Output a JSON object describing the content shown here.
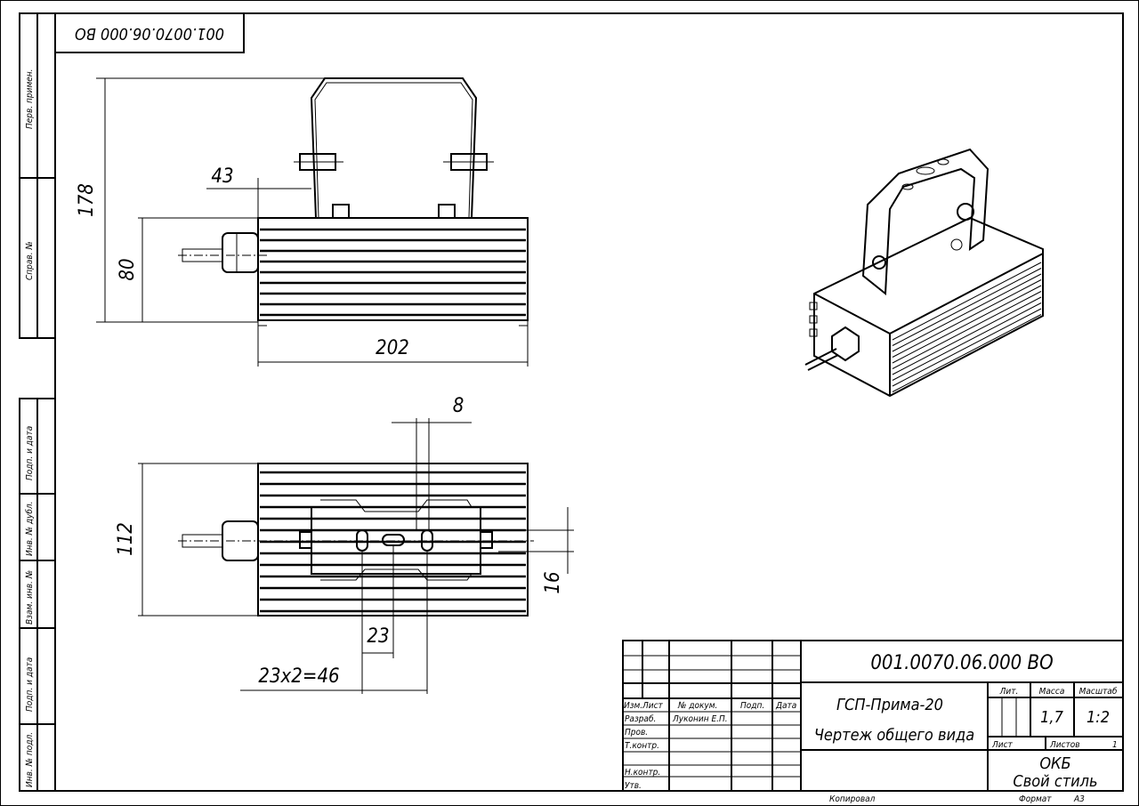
{
  "stamp_code_rotated": "001.0070.06.000 ВО",
  "side_strip": {
    "top": [
      "Перв. примен.",
      "Справ. №"
    ],
    "bottom": [
      "Подп. и дата",
      "Инв. № дубл.",
      "Взам. инв. №",
      "Подп. и дата",
      "Инв. № подл."
    ]
  },
  "dimensions": {
    "height_total": "178",
    "height_body": "80",
    "offset": "43",
    "length": "202",
    "width": "112",
    "slot_width": "8",
    "slot_height": "16",
    "pitch": "23",
    "pitch_total": "23x2=46"
  },
  "title_block": {
    "code": "001.0070.06.000 ВО",
    "name_line1": "ГСП-Прима-20",
    "name_line2": "Чертеж общего вида",
    "headers": {
      "izm": "Изм.",
      "list": "Лист",
      "doc": "№ докум.",
      "sign": "Подп.",
      "date": "Дата"
    },
    "roles": {
      "razrab": "Разраб.",
      "prov": "Пров.",
      "tkontr": "Т.контр.",
      "nkontr": "Н.контр.",
      "utv": "Утв."
    },
    "developer": "Луконин Е.П.",
    "lit_label": "Лит.",
    "mass_label": "Масса",
    "scale_label": "Масштаб",
    "mass": "1,7",
    "scale": "1:2",
    "sheet_label": "Лист",
    "sheets_label": "Листов",
    "sheets": "1",
    "org1": "ОКБ",
    "org2": "Свой стиль"
  },
  "footer": {
    "copied": "Копировал",
    "format_label": "Формат",
    "format": "А3"
  }
}
